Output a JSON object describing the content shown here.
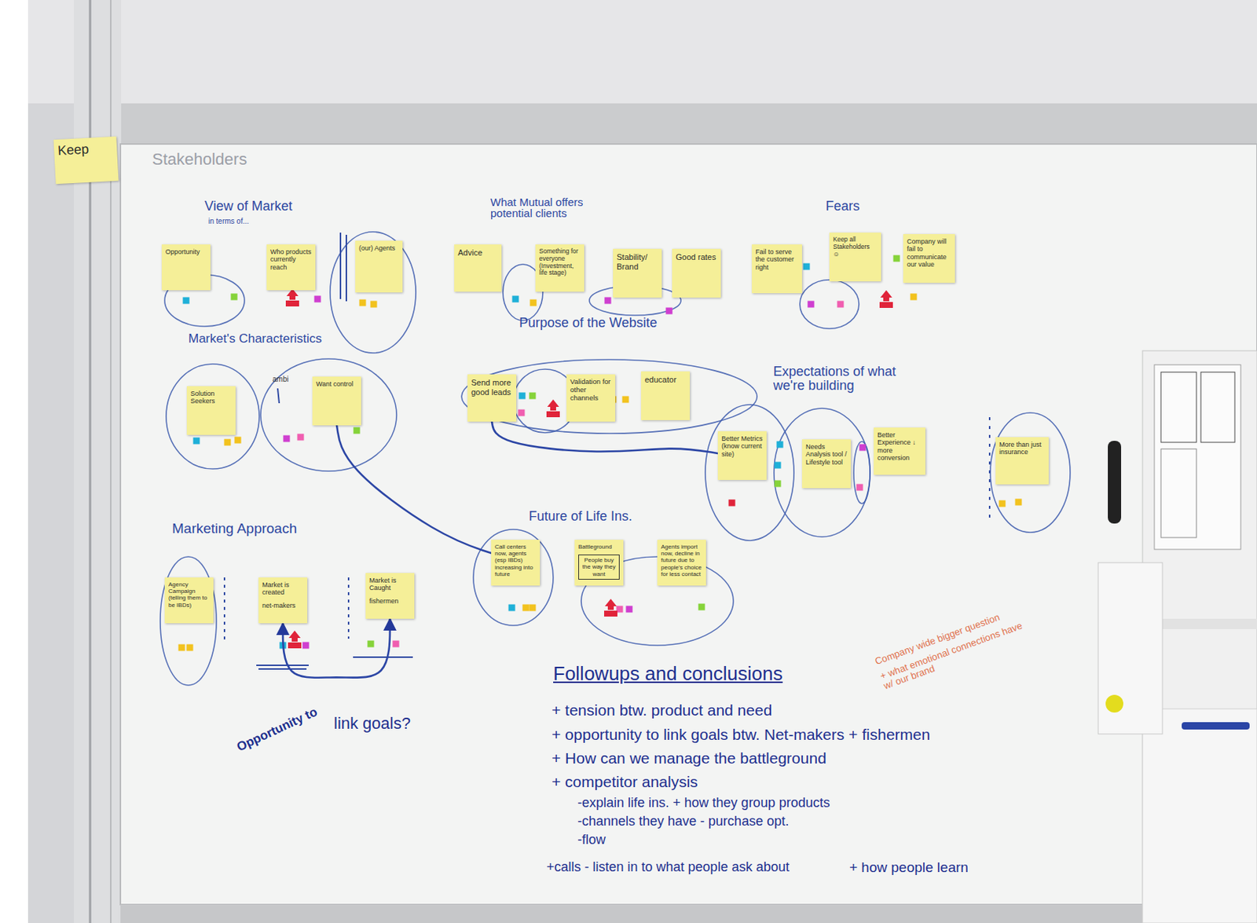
{
  "diagram": {
    "title": "Stakeholders",
    "nodes": [
      {
        "text": [
          "Keep"
        ]
      },
      {
        "text": [
          "Opportunity"
        ]
      },
      {
        "text": [
          "Who products currently reach"
        ]
      },
      {
        "text": [
          "(our) Agents"
        ]
      },
      {
        "text": [
          "Advice"
        ]
      },
      {
        "text": [
          "Something for everyone (Investment, life stage)"
        ]
      },
      {
        "text": [
          "Stability/ Brand"
        ]
      },
      {
        "text": [
          "Good rates"
        ]
      },
      {
        "text": [
          "Fail to serve the customer right"
        ]
      },
      {
        "text": [
          "Keep all Stakeholders ☺"
        ]
      },
      {
        "text": [
          "Company will fail to communicate our value"
        ]
      },
      {
        "text": [
          "Solution Seekers"
        ]
      },
      {
        "text": [
          "Want control"
        ]
      },
      {
        "text": [
          "Send more good leads"
        ]
      },
      {
        "text": [
          "Validation for other channels"
        ]
      },
      {
        "text": [
          "educator"
        ]
      },
      {
        "text": [
          "Better Metrics (know current site)"
        ]
      },
      {
        "text": [
          "Needs Analysis tool / Lifestyle tool"
        ]
      },
      {
        "text": [
          "Better Experience ↓ more conversion"
        ]
      },
      {
        "text": [
          "More than just insurance"
        ]
      },
      {
        "text": [
          "Agency Campaign (telling them to be IBDs)"
        ]
      },
      {
        "text": [
          "Market is created",
          "net-makers"
        ]
      },
      {
        "text": [
          "Market is Caught",
          "fishermen"
        ]
      },
      {
        "text": [
          "Call centers now, agents (esp IBDs) increasing into future"
        ]
      },
      {
        "text": [
          "Battleground",
          "People buy the way they want"
        ]
      },
      {
        "text": [
          "Agents import now, decline in future due to people's choice for less contact"
        ]
      }
    ],
    "edges": [
      {
        "from": 12,
        "to": 23,
        "arrow": "none"
      },
      {
        "from": 13,
        "to": 16,
        "arrow": "none"
      },
      {
        "from": 21,
        "to": 22,
        "arrow": "both"
      }
    ],
    "labels": [
      "View of Market",
      "in terms of...",
      "What Mutual offers potential clients",
      "Fears",
      "Market's Characteristics",
      "ambi",
      "Purpose of the Website",
      "Expectations of what we're building",
      "Marketing Approach",
      "Future of Life Ins.",
      "Opportunity to",
      "link goals?",
      "Company wide bigger question",
      "+ what emotional connections have w/ our brand",
      "Followups and conclusions",
      "+ tension btw. product and need",
      "+ opportunity to link goals btw. Net-makers + fishermen",
      "+ How can we manage the battleground",
      "+ competitor analysis",
      "-explain life ins. + how they group products",
      "-channels they have - purchase opt.",
      "-flow",
      "+calls - listen in to what people ask about",
      "+ how people learn"
    ]
  }
}
